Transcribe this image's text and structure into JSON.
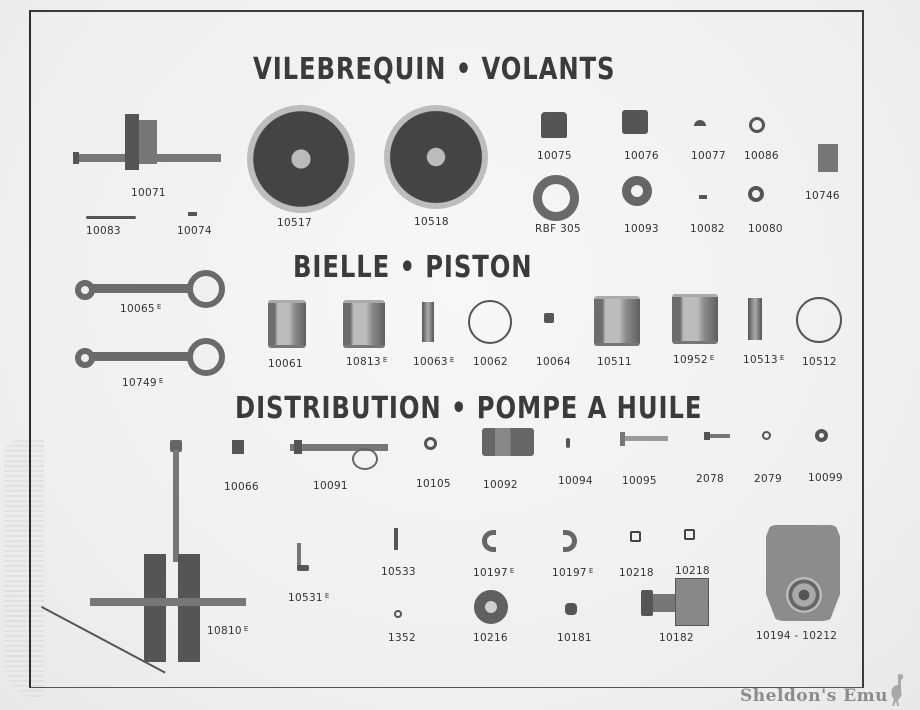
{
  "page": {
    "type": "scanned parts catalog plate",
    "watermark": "Sheldon's Emu"
  },
  "sections": [
    {
      "heading": "VILEBREQUIN • VOLANTS",
      "parts": [
        {
          "ref": "10071",
          "suffix": "",
          "item": "crankshaft"
        },
        {
          "ref": "10083",
          "suffix": "",
          "item": "pin"
        },
        {
          "ref": "10074",
          "suffix": "",
          "item": "key"
        },
        {
          "ref": "10517",
          "suffix": "",
          "item": "flywheel"
        },
        {
          "ref": "10518",
          "suffix": "",
          "item": "flywheel"
        },
        {
          "ref": "10075",
          "suffix": "",
          "item": "bush"
        },
        {
          "ref": "10076",
          "suffix": "",
          "item": "gear"
        },
        {
          "ref": "10077",
          "suffix": "",
          "item": "woodruff key"
        },
        {
          "ref": "10086",
          "suffix": "",
          "item": "lock washer"
        },
        {
          "ref": "10746",
          "suffix": "",
          "item": "sleeve"
        },
        {
          "ref": "RBF 305",
          "suffix": "",
          "item": "ball bearing"
        },
        {
          "ref": "10093",
          "suffix": "",
          "item": "pinion"
        },
        {
          "ref": "10082",
          "suffix": "",
          "item": "key"
        },
        {
          "ref": "10080",
          "suffix": "",
          "item": "nut"
        }
      ]
    },
    {
      "heading": "BIELLE • PISTON",
      "parts": [
        {
          "ref": "10065",
          "suffix": "E",
          "item": "connecting rod"
        },
        {
          "ref": "10749",
          "suffix": "E",
          "item": "connecting rod"
        },
        {
          "ref": "10061",
          "suffix": "",
          "item": "piston"
        },
        {
          "ref": "10813",
          "suffix": "E",
          "item": "piston"
        },
        {
          "ref": "10063",
          "suffix": "E",
          "item": "gudgeon pin"
        },
        {
          "ref": "10062",
          "suffix": "",
          "item": "piston ring"
        },
        {
          "ref": "10064",
          "suffix": "",
          "item": "circlip"
        },
        {
          "ref": "10511",
          "suffix": "",
          "item": "piston"
        },
        {
          "ref": "10952",
          "suffix": "E",
          "item": "piston"
        },
        {
          "ref": "10513",
          "suffix": "E",
          "item": "gudgeon pin"
        },
        {
          "ref": "10512",
          "suffix": "",
          "item": "piston ring"
        }
      ]
    },
    {
      "heading": "DISTRIBUTION • POMPE A HUILE",
      "heading_parts": [
        "DISTRIBUTION",
        "•",
        "POMPE",
        "A",
        "HUILE"
      ],
      "parts": [
        {
          "ref": "10066",
          "suffix": "",
          "item": "bush"
        },
        {
          "ref": "10091",
          "suffix": "",
          "item": "shaft with spring"
        },
        {
          "ref": "10105",
          "suffix": "",
          "item": "washer"
        },
        {
          "ref": "10092",
          "suffix": "",
          "item": "worm gear"
        },
        {
          "ref": "10094",
          "suffix": "",
          "item": "key"
        },
        {
          "ref": "10095",
          "suffix": "",
          "item": "bolt"
        },
        {
          "ref": "2078",
          "suffix": "",
          "item": "screw"
        },
        {
          "ref": "2079",
          "suffix": "",
          "item": "nut"
        },
        {
          "ref": "10099",
          "suffix": "",
          "item": "washer"
        },
        {
          "ref": "10810",
          "suffix": "E",
          "item": "crank assembly"
        },
        {
          "ref": "10531",
          "suffix": "E",
          "item": "plunger"
        },
        {
          "ref": "10533",
          "suffix": "",
          "item": "pin"
        },
        {
          "ref": "1352",
          "suffix": "",
          "item": "nut"
        },
        {
          "ref": "10197",
          "suffix": "E",
          "item": "half bearing"
        },
        {
          "ref": "10197",
          "suffix": "E",
          "item": "half bearing"
        },
        {
          "ref": "10216",
          "suffix": "",
          "item": "disc"
        },
        {
          "ref": "10181",
          "suffix": "",
          "item": "cap"
        },
        {
          "ref": "10218",
          "suffix": "",
          "item": "ball"
        },
        {
          "ref": "10218",
          "suffix": "",
          "item": "ball"
        },
        {
          "ref": "10182",
          "suffix": "",
          "item": "pump body"
        },
        {
          "ref": "10194 - 10212",
          "suffix": "",
          "item": "timing cover"
        }
      ]
    }
  ]
}
